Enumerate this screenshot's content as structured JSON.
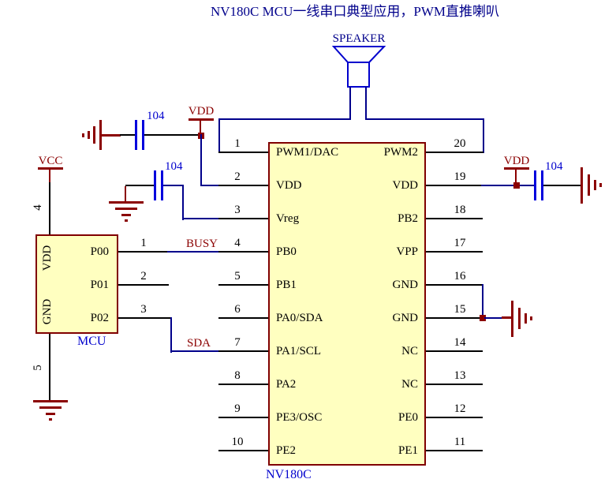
{
  "title": "NV180C MCU一线串口典型应用，PWM直推喇叭",
  "speaker": {
    "label": "SPEAKER"
  },
  "power": {
    "vdd_top": "VDD",
    "vdd_right": "VDD",
    "vcc": "VCC"
  },
  "nets": {
    "busy": "BUSY",
    "sda": "SDA"
  },
  "capacitors": {
    "c1": "104",
    "c2": "104",
    "c3": "104"
  },
  "mcu": {
    "name": "MCU",
    "side_labels": {
      "vdd": "VDD",
      "gnd": "GND"
    },
    "pins": [
      {
        "num": "1",
        "name": "P00"
      },
      {
        "num": "2",
        "name": "P01"
      },
      {
        "num": "3",
        "name": "P02"
      }
    ],
    "vcc_pin_num": "4",
    "gnd_pin_num": "5"
  },
  "ic": {
    "name": "NV180C",
    "left_pins": [
      {
        "num": "1",
        "name": "PWM1/DAC"
      },
      {
        "num": "2",
        "name": "VDD"
      },
      {
        "num": "3",
        "name": "Vreg"
      },
      {
        "num": "4",
        "name": "PB0"
      },
      {
        "num": "5",
        "name": "PB1"
      },
      {
        "num": "6",
        "name": "PA0/SDA"
      },
      {
        "num": "7",
        "name": "PA1/SCL"
      },
      {
        "num": "8",
        "name": "PA2"
      },
      {
        "num": "9",
        "name": "PE3/OSC"
      },
      {
        "num": "10",
        "name": "PE2"
      }
    ],
    "right_pins": [
      {
        "num": "20",
        "name": "PWM2"
      },
      {
        "num": "19",
        "name": "VDD"
      },
      {
        "num": "18",
        "name": "PB2"
      },
      {
        "num": "17",
        "name": "VPP"
      },
      {
        "num": "16",
        "name": "GND"
      },
      {
        "num": "15",
        "name": "GND"
      },
      {
        "num": "14",
        "name": "NC"
      },
      {
        "num": "13",
        "name": "NC"
      },
      {
        "num": "12",
        "name": "PE0"
      },
      {
        "num": "11",
        "name": "PE1"
      }
    ]
  },
  "colors": {
    "wire": "#00008B",
    "power": "#8B0000",
    "component": "#0000CD",
    "ic_fill": "#FFFFC0"
  }
}
